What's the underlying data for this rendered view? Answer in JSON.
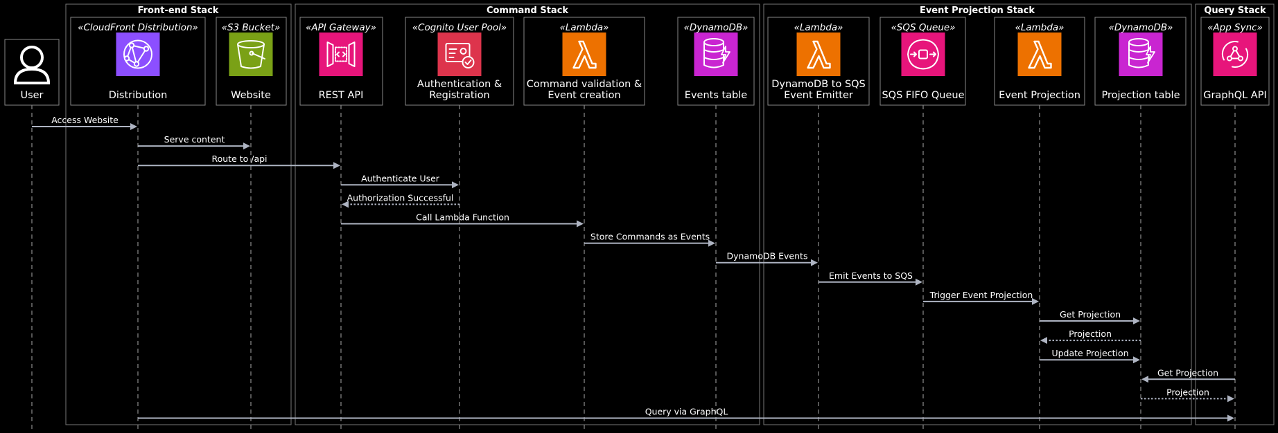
{
  "groups": [
    {
      "id": "frontend",
      "title": "Front-end Stack"
    },
    {
      "id": "command",
      "title": "Command Stack"
    },
    {
      "id": "projection",
      "title": "Event Projection Stack"
    },
    {
      "id": "query",
      "title": "Query Stack"
    }
  ],
  "participants": [
    {
      "id": "user",
      "stereotype": "",
      "lines": [
        "User"
      ],
      "icon": "user-icon",
      "color": "#ffffff"
    },
    {
      "id": "cloudfront",
      "stereotype": "«CloudFront Distribution»",
      "lines": [
        "Distribution"
      ],
      "icon": "cloudfront-icon",
      "color": "#8c4fff"
    },
    {
      "id": "s3",
      "stereotype": "«S3 Bucket»",
      "lines": [
        "Website"
      ],
      "icon": "s3-bucket-icon",
      "color": "#7aa116"
    },
    {
      "id": "apigw",
      "stereotype": "«API Gateway»",
      "lines": [
        "REST API"
      ],
      "icon": "api-gateway-icon",
      "color": "#e7157b"
    },
    {
      "id": "cognito",
      "stereotype": "«Cognito User Pool»",
      "lines": [
        "Authentication &",
        "Registration"
      ],
      "icon": "cognito-icon",
      "color": "#dd344c"
    },
    {
      "id": "cmdlambda",
      "stereotype": "«Lambda»",
      "lines": [
        "Command validation &",
        "Event creation"
      ],
      "icon": "lambda-icon",
      "color": "#ed7100"
    },
    {
      "id": "eventsdb",
      "stereotype": "«DynamoDB»",
      "lines": [
        "Events table"
      ],
      "icon": "dynamodb-icon",
      "color": "#c925d1"
    },
    {
      "id": "emitter",
      "stereotype": "«Lambda»",
      "lines": [
        "DynamoDB to SQS",
        "Event Emitter"
      ],
      "icon": "lambda-icon",
      "color": "#ed7100"
    },
    {
      "id": "sqs",
      "stereotype": "«SQS Queue»",
      "lines": [
        "SQS FIFO Queue"
      ],
      "icon": "sqs-icon",
      "color": "#e7157b"
    },
    {
      "id": "projlambda",
      "stereotype": "«Lambda»",
      "lines": [
        "Event Projection"
      ],
      "icon": "lambda-icon",
      "color": "#ed7100"
    },
    {
      "id": "projdb",
      "stereotype": "«DynamoDB»",
      "lines": [
        "Projection table"
      ],
      "icon": "dynamodb-icon",
      "color": "#c925d1"
    },
    {
      "id": "appsync",
      "stereotype": "«App Sync»",
      "lines": [
        "GraphQL API"
      ],
      "icon": "appsync-icon",
      "color": "#e7157b"
    }
  ],
  "messages": [
    {
      "from": "user",
      "to": "cloudfront",
      "label": "Access Website",
      "dotted": false
    },
    {
      "from": "cloudfront",
      "to": "s3",
      "label": "Serve content",
      "dotted": false
    },
    {
      "from": "cloudfront",
      "to": "apigw",
      "label": "Route to /api",
      "dotted": false
    },
    {
      "from": "apigw",
      "to": "cognito",
      "label": "Authenticate User",
      "dotted": false
    },
    {
      "from": "cognito",
      "to": "apigw",
      "label": "Authorization Successful",
      "dotted": true
    },
    {
      "from": "apigw",
      "to": "cmdlambda",
      "label": "Call Lambda Function",
      "dotted": false
    },
    {
      "from": "cmdlambda",
      "to": "eventsdb",
      "label": "Store Commands as Events",
      "dotted": false
    },
    {
      "from": "eventsdb",
      "to": "emitter",
      "label": "DynamoDB Events",
      "dotted": false
    },
    {
      "from": "emitter",
      "to": "sqs",
      "label": "Emit Events to SQS",
      "dotted": false
    },
    {
      "from": "sqs",
      "to": "projlambda",
      "label": "Trigger Event Projection",
      "dotted": false
    },
    {
      "from": "projlambda",
      "to": "projdb",
      "label": "Get Projection",
      "dotted": false
    },
    {
      "from": "projdb",
      "to": "projlambda",
      "label": "Projection",
      "dotted": true
    },
    {
      "from": "projlambda",
      "to": "projdb",
      "label": "Update Projection",
      "dotted": false
    },
    {
      "from": "appsync",
      "to": "projdb",
      "label": "Get Projection",
      "dotted": false
    },
    {
      "from": "projdb",
      "to": "appsync",
      "label": "Projection",
      "dotted": true
    },
    {
      "from": "cloudfront",
      "to": "appsync",
      "label": "Query via GraphQL",
      "dotted": false
    }
  ],
  "colors": {
    "background": "#000000",
    "arrow": "#aeb4c2",
    "border": "#888888",
    "text": "#ffffff"
  }
}
